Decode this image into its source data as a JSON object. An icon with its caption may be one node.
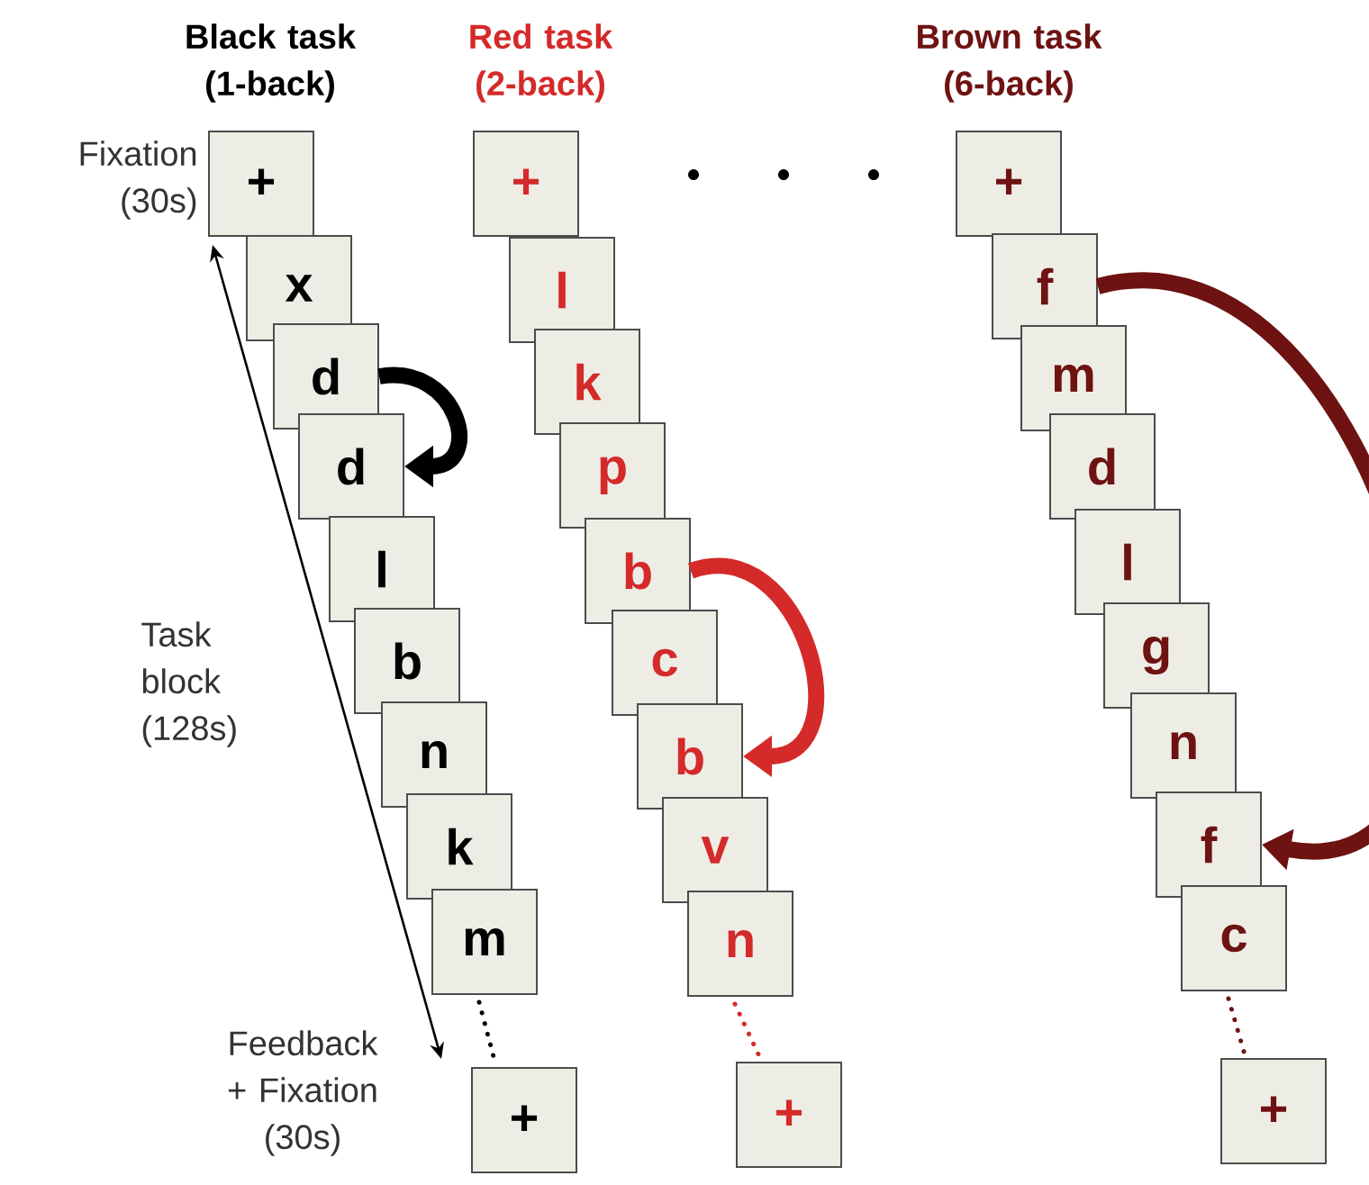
{
  "diagram": {
    "nodes": [
      {
        "text": [
          "+"
        ],
        "beside": [
          "Black task (1-back)"
        ]
      },
      {
        "text": [
          "x"
        ]
      },
      {
        "text": [
          "d"
        ]
      },
      {
        "text": [
          "d"
        ]
      },
      {
        "text": [
          "l"
        ]
      },
      {
        "text": [
          "b"
        ]
      },
      {
        "text": [
          "n"
        ]
      },
      {
        "text": [
          "k"
        ]
      },
      {
        "text": [
          "m"
        ]
      },
      {
        "text": [
          "+"
        ]
      },
      {
        "text": [
          "+"
        ],
        "beside": [
          "Red task (2-back)"
        ]
      },
      {
        "text": [
          "l"
        ]
      },
      {
        "text": [
          "k"
        ]
      },
      {
        "text": [
          "p"
        ]
      },
      {
        "text": [
          "b"
        ]
      },
      {
        "text": [
          "c"
        ]
      },
      {
        "text": [
          "b"
        ]
      },
      {
        "text": [
          "v"
        ]
      },
      {
        "text": [
          "n"
        ]
      },
      {
        "text": [
          "+"
        ]
      },
      {
        "text": [
          "+"
        ],
        "beside": [
          "Brown task (6-back)"
        ]
      },
      {
        "text": [
          "f"
        ]
      },
      {
        "text": [
          "m"
        ]
      },
      {
        "text": [
          "d"
        ]
      },
      {
        "text": [
          "l"
        ]
      },
      {
        "text": [
          "g"
        ]
      },
      {
        "text": [
          "n"
        ]
      },
      {
        "text": [
          "f"
        ]
      },
      {
        "text": [
          "c"
        ]
      },
      {
        "text": [
          "+"
        ]
      }
    ],
    "edges": [
      {
        "from": 2,
        "to": 3,
        "arrow": "to",
        "style": "thick",
        "color": "#000000"
      },
      {
        "from": 14,
        "to": 16,
        "arrow": "to",
        "style": "thick",
        "color": "#d42a2a"
      },
      {
        "from": 21,
        "to": 27,
        "arrow": "to",
        "style": "thick",
        "color": "#6e1212"
      },
      {
        "from": 8,
        "to": 9,
        "arrow": "none",
        "style": "dashed",
        "color": "#000000"
      },
      {
        "from": 18,
        "to": 19,
        "arrow": "none",
        "style": "dashed",
        "color": "#d42a2a"
      },
      {
        "from": 28,
        "to": 29,
        "arrow": "none",
        "style": "dashed",
        "color": "#6e1212"
      }
    ],
    "labels": [
      "Fixation (30s)",
      "Task block (128s)",
      "Feedback + Fixation (30s)"
    ]
  }
}
